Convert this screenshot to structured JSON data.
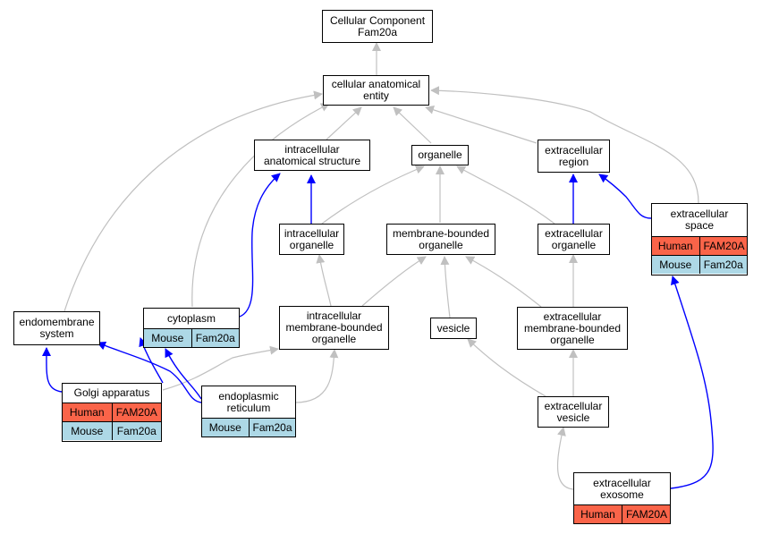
{
  "colors": {
    "human": "#fa6449",
    "mouse": "#add8e6",
    "gray_edge": "#c0c0c0",
    "blue_edge": "#0000ff"
  },
  "nodes": {
    "root": {
      "label": "Cellular Component\nFam20a"
    },
    "cae": {
      "label": "cellular anatomical\nentity"
    },
    "ias": {
      "label": "intracellular\nanatomical structure"
    },
    "organelle": {
      "label": "organelle"
    },
    "ecr": {
      "label": "extracellular\nregion"
    },
    "ico": {
      "label": "intracellular\norganelle"
    },
    "mbo": {
      "label": "membrane-bounded\norganelle"
    },
    "eco": {
      "label": "extracellular\norganelle"
    },
    "ecs": {
      "label": "extracellular\nspace",
      "rows": [
        [
          "Human",
          "FAM20A"
        ],
        [
          "Mouse",
          "Fam20a"
        ]
      ]
    },
    "ems": {
      "label": "endomembrane\nsystem"
    },
    "cyto": {
      "label": "cytoplasm",
      "rows": [
        [
          "Mouse",
          "Fam20a"
        ]
      ]
    },
    "imbo": {
      "label": "intracellular\nmembrane-bounded\norganelle"
    },
    "vesicle": {
      "label": "vesicle"
    },
    "embo": {
      "label": "extracellular\nmembrane-bounded\norganelle"
    },
    "golgi": {
      "label": "Golgi apparatus",
      "rows": [
        [
          "Human",
          "FAM20A"
        ],
        [
          "Mouse",
          "Fam20a"
        ]
      ]
    },
    "er": {
      "label": "endoplasmic\nreticulum",
      "rows": [
        [
          "Mouse",
          "Fam20a"
        ]
      ]
    },
    "ecv": {
      "label": "extracellular\nvesicle"
    },
    "exo": {
      "label": "extracellular\nexosome",
      "rows": [
        [
          "Human",
          "FAM20A"
        ]
      ]
    }
  }
}
